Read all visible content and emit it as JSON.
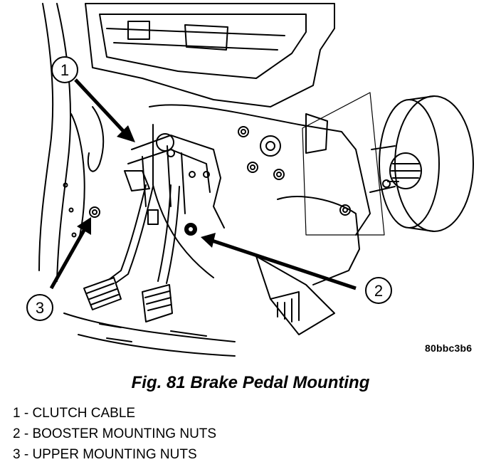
{
  "callouts": [
    {
      "number": "1"
    },
    {
      "number": "2"
    },
    {
      "number": "3"
    }
  ],
  "figure_code": "80bbc3b6",
  "caption": "Fig. 81 Brake Pedal Mounting",
  "legend": [
    {
      "text": "1 - CLUTCH CABLE"
    },
    {
      "text": "2 - BOOSTER MOUNTING NUTS"
    },
    {
      "text": "3 - UPPER MOUNTING NUTS"
    }
  ]
}
